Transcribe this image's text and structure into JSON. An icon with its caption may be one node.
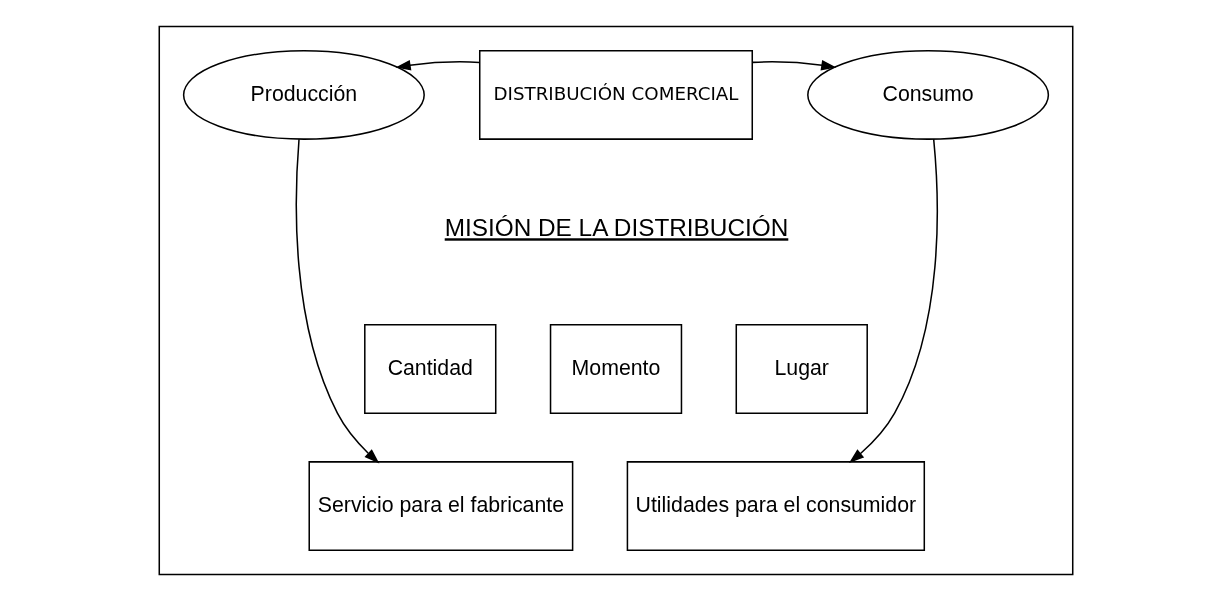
{
  "diagram": {
    "nodes": [
      {
        "text": [],
        "shape": "box"
      },
      {
        "text": [
          "Producción"
        ],
        "in": 0
      },
      {
        "text": [
          "DISTRIBUCIÓN COMERCIAL"
        ],
        "in": 0
      },
      {
        "text": [
          "Consumo"
        ],
        "in": 0
      },
      {
        "text": [
          "Cantidad"
        ],
        "in": 0
      },
      {
        "text": [
          "Momento"
        ],
        "in": 0
      },
      {
        "text": [
          "Lugar"
        ],
        "in": 0
      },
      {
        "text": [
          "Servicio para el fabricante"
        ],
        "in": 0
      },
      {
        "text": [
          "Utilidades para el consumidor"
        ],
        "in": 0
      }
    ],
    "edges": [
      {
        "from": 2,
        "to": 1,
        "arrow": "to"
      },
      {
        "from": 2,
        "to": 3,
        "arrow": "to"
      },
      {
        "from": 1,
        "to": 7,
        "arrow": "to"
      },
      {
        "from": 3,
        "to": 8,
        "arrow": "to"
      }
    ],
    "labels": [
      "MISIÓN DE LA DISTRIBUCIÓN"
    ]
  }
}
